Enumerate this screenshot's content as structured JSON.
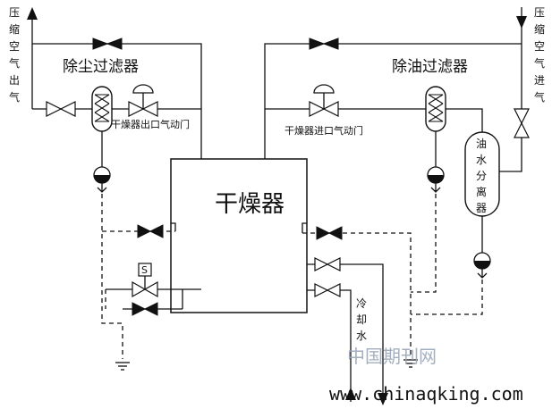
{
  "diagram": {
    "main_unit": "干燥器",
    "dust_filter": "除尘过滤器",
    "oil_filter": "除油过滤器",
    "dryer_outlet_valve": "干燥器出口气动门",
    "dryer_inlet_valve": "干燥器进口气动门",
    "separator": [
      "油",
      "水",
      "分",
      "离",
      "器"
    ],
    "air_out": [
      "压",
      "缩",
      "空",
      "气",
      "出",
      "气"
    ],
    "air_in": [
      "压",
      "缩",
      "空",
      "气",
      "进",
      "气"
    ],
    "cooling_water": [
      "冷",
      "却",
      "水"
    ],
    "solenoid": "S"
  },
  "watermark": {
    "text_cn": "中国期刊网",
    "url": "www.chinaqking.com"
  }
}
